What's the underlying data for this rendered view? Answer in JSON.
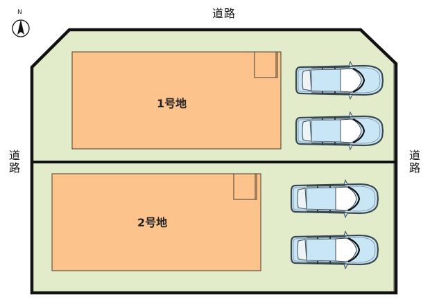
{
  "compass": {
    "north_label": "N",
    "icon": "north-arrow-icon"
  },
  "roads": {
    "top": "道路",
    "left": [
      "道",
      "路"
    ],
    "right": [
      "道",
      "路"
    ]
  },
  "lots": [
    {
      "label": "1号地",
      "parking_spaces": 2
    },
    {
      "label": "2号地",
      "parking_spaces": 2
    }
  ],
  "colors": {
    "lot_ground": "#e2ecca",
    "house": "#fcc48c",
    "boundary": "#111111",
    "car_body": "#c9e6f7",
    "car_outline": "#3a4a52"
  }
}
